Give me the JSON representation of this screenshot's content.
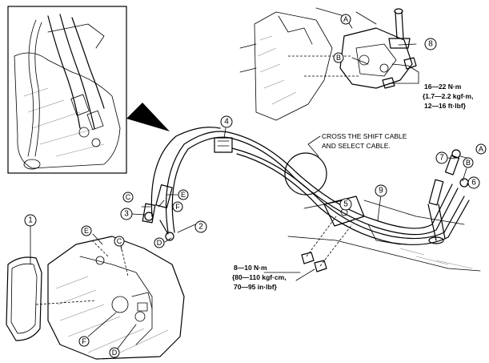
{
  "callouts": {
    "c1": "1",
    "c2": "2",
    "c3": "3",
    "c4": "4",
    "c5": "5",
    "c6": "6",
    "c7": "7",
    "c8": "8",
    "c9": "9"
  },
  "letters": {
    "a_top": "A",
    "b_top": "B",
    "a_right": "A",
    "b_right": "B",
    "c_mid": "C",
    "e_mid": "E",
    "f_mid": "F",
    "d_mid": "D",
    "e_low": "E",
    "c_low": "C",
    "f_low": "F",
    "d_low": "D"
  },
  "torque_top": {
    "line1": "16—22 N·m",
    "line2": "{1.7—2.2 kgf·m,",
    "line3": "12—16 ft·lbf}"
  },
  "torque_bottom": {
    "line1": "8—10 N·m",
    "line2": "{80—110 kgf·cm,",
    "line3": "70—95 in·lbf}"
  },
  "cross_note": {
    "line1": "CROSS THE SHIFT CABLE",
    "line2": "AND SELECT CABLE."
  }
}
